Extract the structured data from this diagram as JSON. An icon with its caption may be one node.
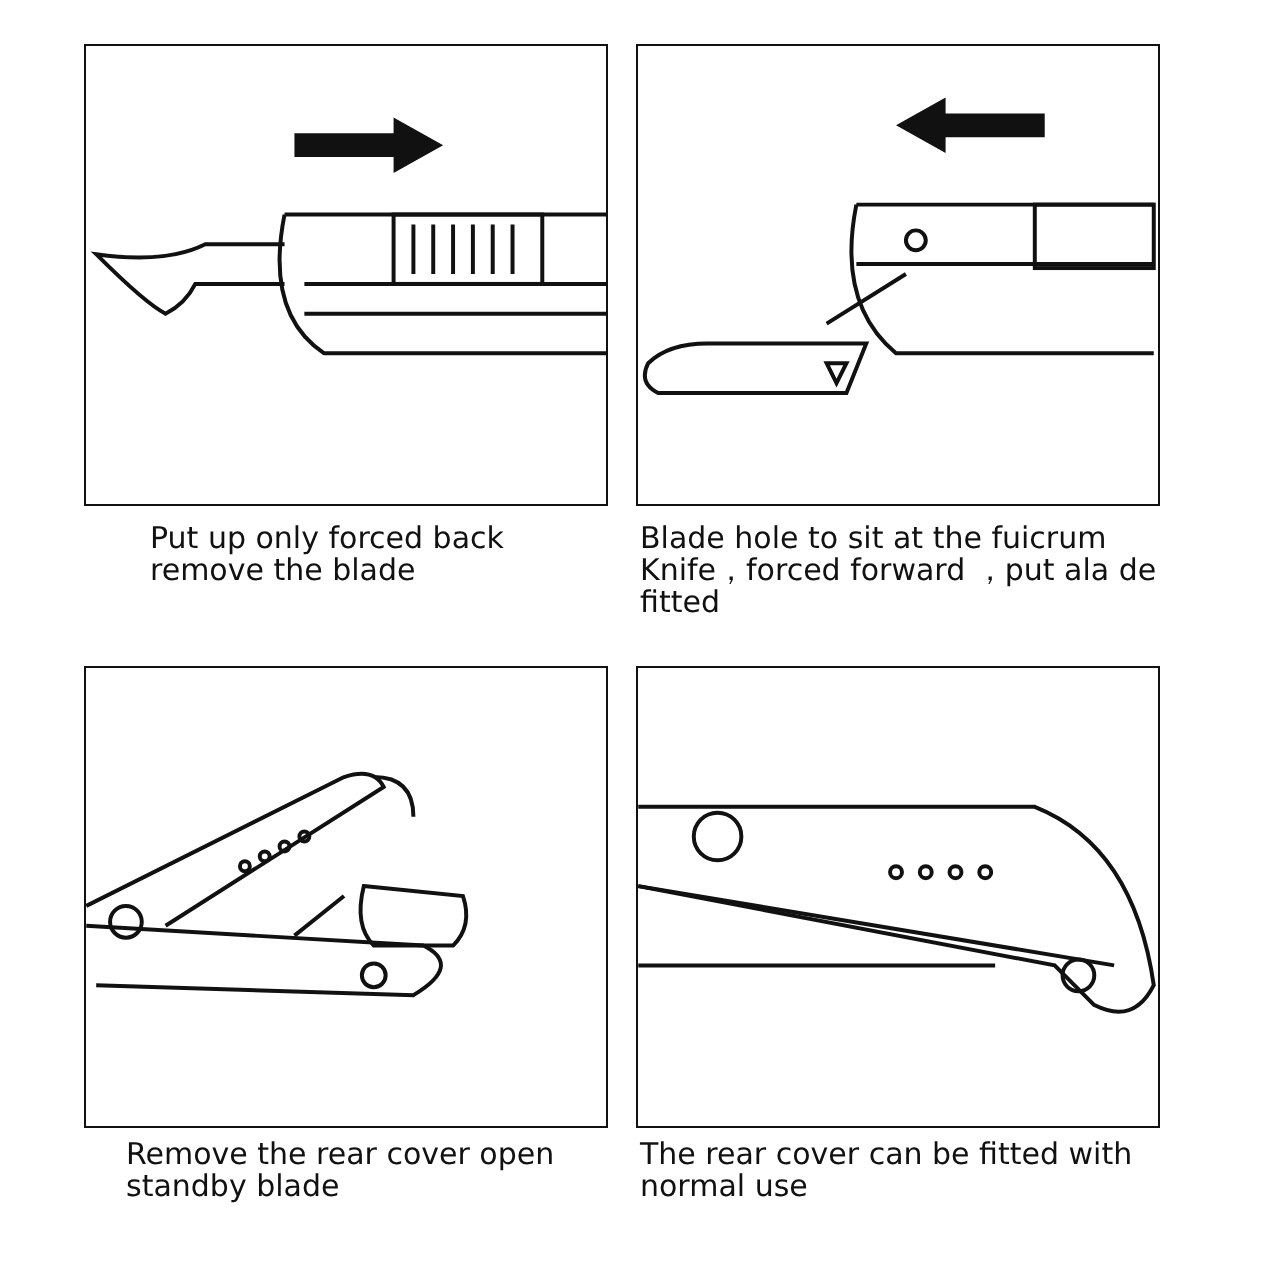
{
  "diagram": {
    "nodes": [
      {
        "text": [],
        "shape": "picture",
        "beside": [
          "Put up only forced back remove the blade"
        ]
      },
      {
        "text": [],
        "shape": "picture",
        "beside": [
          "Blade hole to sit at the fuicrum Knife，forced forward ，put ala de fitted"
        ]
      },
      {
        "text": [],
        "shape": "picture",
        "beside": [
          "Remove the rear cover open standby blade"
        ]
      },
      {
        "text": [],
        "shape": "picture",
        "beside": [
          "The rear cover can be fitted with normal use"
        ]
      }
    ]
  }
}
